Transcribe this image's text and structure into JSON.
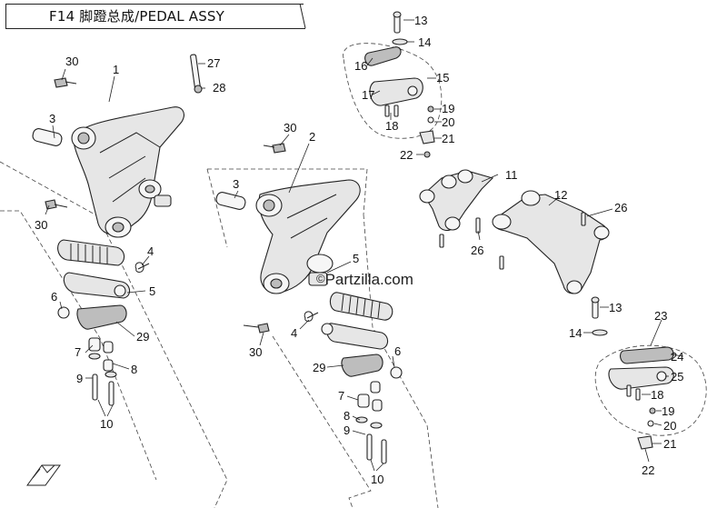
{
  "title": "F14 脚蹬总成/PEDAL ASSY",
  "watermark": {
    "symbol": "©",
    "text": "Partzilla.com"
  },
  "callouts": [
    {
      "id": "c-13-top",
      "label": "13"
    },
    {
      "id": "c-14-top",
      "label": "14"
    },
    {
      "id": "c-16",
      "label": "16"
    },
    {
      "id": "c-15",
      "label": "15"
    },
    {
      "id": "c-17",
      "label": "17"
    },
    {
      "id": "c-19-top",
      "label": "19"
    },
    {
      "id": "c-18-top",
      "label": "18"
    },
    {
      "id": "c-20-top",
      "label": "20"
    },
    {
      "id": "c-21-top",
      "label": "21"
    },
    {
      "id": "c-22-top",
      "label": "22"
    },
    {
      "id": "c-11",
      "label": "11"
    },
    {
      "id": "c-12",
      "label": "12"
    },
    {
      "id": "c-26-a",
      "label": "26"
    },
    {
      "id": "c-26-b",
      "label": "26"
    },
    {
      "id": "c-13-mid",
      "label": "13"
    },
    {
      "id": "c-14-mid",
      "label": "14"
    },
    {
      "id": "c-23",
      "label": "23"
    },
    {
      "id": "c-24",
      "label": "24"
    },
    {
      "id": "c-25",
      "label": "25"
    },
    {
      "id": "c-18-bot",
      "label": "18"
    },
    {
      "id": "c-19-bot",
      "label": "19"
    },
    {
      "id": "c-20-bot",
      "label": "20"
    },
    {
      "id": "c-21-bot",
      "label": "21"
    },
    {
      "id": "c-22-bot",
      "label": "22"
    },
    {
      "id": "c-30-a",
      "label": "30"
    },
    {
      "id": "c-1",
      "label": "1"
    },
    {
      "id": "c-27",
      "label": "27"
    },
    {
      "id": "c-28",
      "label": "28"
    },
    {
      "id": "c-3-a",
      "label": "3"
    },
    {
      "id": "c-30-b",
      "label": "30"
    },
    {
      "id": "c-4-a",
      "label": "4"
    },
    {
      "id": "c-5-a",
      "label": "5"
    },
    {
      "id": "c-6-a",
      "label": "6"
    },
    {
      "id": "c-29-a",
      "label": "29"
    },
    {
      "id": "c-7-a",
      "label": "7"
    },
    {
      "id": "c-8-a",
      "label": "8"
    },
    {
      "id": "c-9-a",
      "label": "9"
    },
    {
      "id": "c-10-a",
      "label": "10"
    },
    {
      "id": "c-30-c",
      "label": "30"
    },
    {
      "id": "c-2",
      "label": "2"
    },
    {
      "id": "c-3-b",
      "label": "3"
    },
    {
      "id": "c-5-b",
      "label": "5"
    },
    {
      "id": "c-4-b",
      "label": "4"
    },
    {
      "id": "c-30-d",
      "label": "30"
    },
    {
      "id": "c-6-b",
      "label": "6"
    },
    {
      "id": "c-29-b",
      "label": "29"
    },
    {
      "id": "c-7-b",
      "label": "7"
    },
    {
      "id": "c-8-b",
      "label": "8"
    },
    {
      "id": "c-9-b",
      "label": "9"
    },
    {
      "id": "c-10-b",
      "label": "10"
    }
  ]
}
